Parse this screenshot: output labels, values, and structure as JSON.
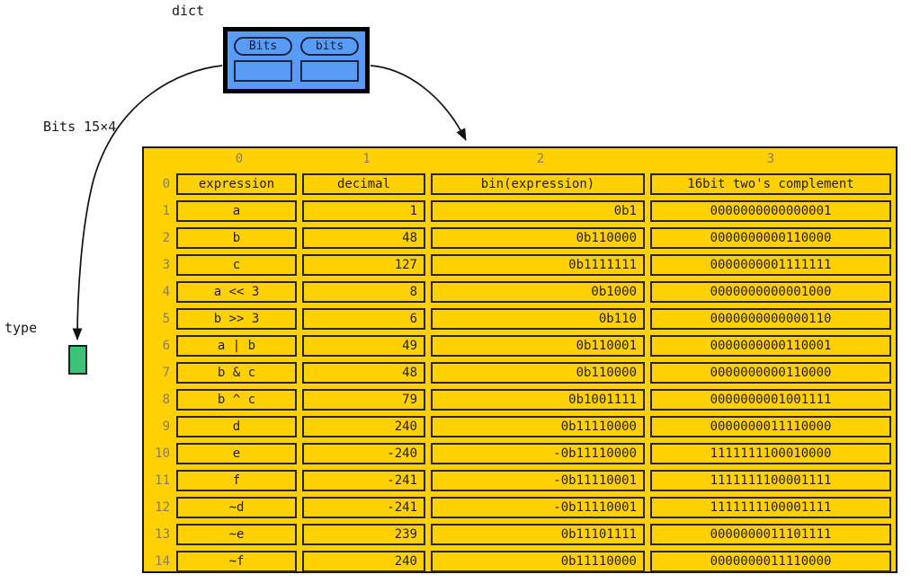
{
  "labels": {
    "dict": "dict",
    "edge_bits": "Bits 15×4",
    "type": "type"
  },
  "dict_node": {
    "keys": [
      "Bits",
      "bits"
    ],
    "values": [
      "",
      ""
    ],
    "fill_color": "#5b9bf8",
    "border_color": "#000000"
  },
  "type_node": {
    "fill_color": "#3cc37a",
    "border_color": "#1d1d1d"
  },
  "table": {
    "fill_color": "#ffd100",
    "index_color": "#8a8055",
    "cell_border_color": "#2a2205",
    "column_indices": [
      "0",
      "1",
      "2",
      "3"
    ],
    "row_indices": [
      "0",
      "1",
      "2",
      "3",
      "4",
      "5",
      "6",
      "7",
      "8",
      "9",
      "10",
      "11",
      "12",
      "13",
      "14"
    ],
    "rows": [
      [
        "expression",
        "decimal",
        "bin(expression)",
        "16bit two's complement"
      ],
      [
        "a",
        "1",
        "0b1",
        "0000000000000001"
      ],
      [
        "b",
        "48",
        "0b110000",
        "0000000000110000"
      ],
      [
        "c",
        "127",
        "0b1111111",
        "0000000001111111"
      ],
      [
        "a << 3",
        "8",
        "0b1000",
        "0000000000001000"
      ],
      [
        "b >> 3",
        "6",
        "0b110",
        "0000000000000110"
      ],
      [
        "a | b",
        "49",
        "0b110001",
        "0000000000110001"
      ],
      [
        "b & c",
        "48",
        "0b110000",
        "0000000000110000"
      ],
      [
        "b ^ c",
        "79",
        "0b1001111",
        "0000000001001111"
      ],
      [
        "d",
        "240",
        "0b11110000",
        "0000000011110000"
      ],
      [
        "e",
        "-240",
        "-0b11110000",
        "1111111100010000"
      ],
      [
        "f",
        "-241",
        "-0b11110001",
        "1111111100001111"
      ],
      [
        "~d",
        "-241",
        "-0b11110001",
        "1111111100001111"
      ],
      [
        "~e",
        "239",
        "0b11101111",
        "0000000011101111"
      ],
      [
        "~f",
        "240",
        "0b11110000",
        "0000000011110000"
      ]
    ]
  }
}
